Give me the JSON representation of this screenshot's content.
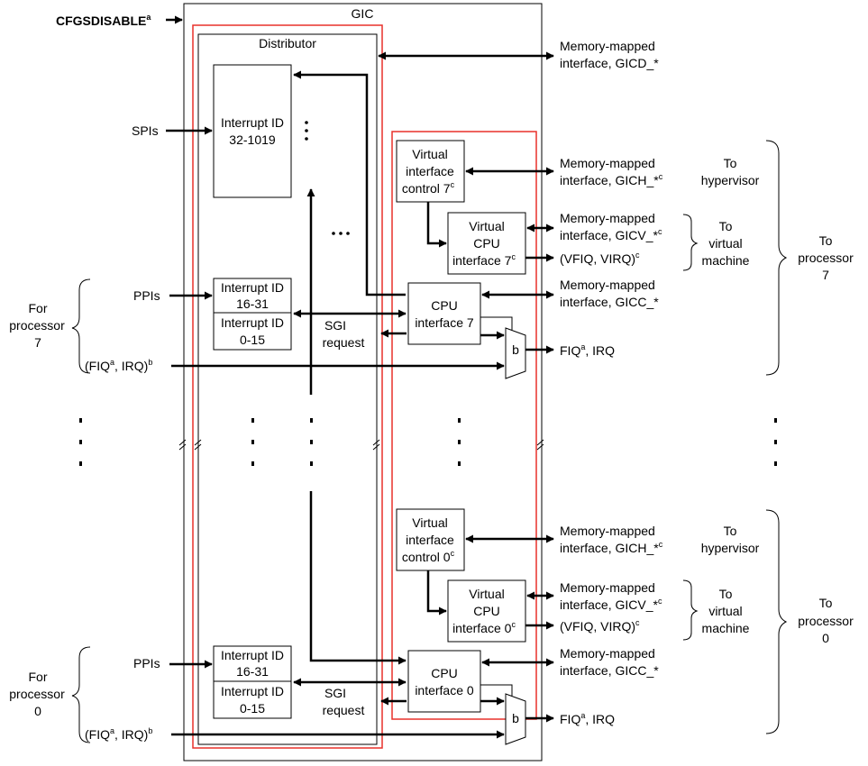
{
  "colors": {
    "highlight": "#e8302a",
    "stroke": "#000000",
    "background": "#ffffff"
  },
  "top": {
    "cfgs_label": "CFGSDISABLE",
    "cfgs_sup": "a",
    "gic_title": "GIC",
    "distributor_title": "Distributor"
  },
  "spi": {
    "input_label": "SPIs",
    "block_line1": "Interrupt ID",
    "block_line2": "32-1019"
  },
  "mm_gicd": {
    "line1": "Memory-mapped",
    "line2": "interface, GICD_*"
  },
  "proc7": {
    "vic_line1": "Virtual",
    "vic_line2": "interface",
    "vic_line3": "control 7",
    "vic_sup": "c",
    "vcpu_line1": "Virtual",
    "vcpu_line2": "CPU",
    "vcpu_line3": "interface 7",
    "vcpu_sup": "c",
    "cpu_line1": "CPU",
    "cpu_line2": "interface 7",
    "mux_label": "b",
    "ppi_label": "PPIs",
    "ppi_block_line1": "Interrupt ID",
    "ppi_block_line2": "16-31",
    "sgi_block_line1": "Interrupt ID",
    "sgi_block_line2": "0-15",
    "sgi_req_line1": "SGI",
    "sgi_req_line2": "request",
    "fiqirq_in_open": "(FIQ",
    "fiqirq_in_sup_a": "a",
    "fiqirq_in_mid": ", IRQ)",
    "fiqirq_in_sup_b": "b",
    "for_line1": "For",
    "for_line2": "processor",
    "for_line3": "7",
    "gich_line1": "Memory-mapped",
    "gich_line2": "interface, GICH_*",
    "gich_sup": "c",
    "gicv_line1": "Memory-mapped",
    "gicv_line2": "interface, GICV_*",
    "gicv_sup": "c",
    "vfiq_open": "(VFIQ, VIRQ)",
    "vfiq_sup": "c",
    "gicc_line1": "Memory-mapped",
    "gicc_line2": "interface, GICC_*",
    "out_fiq": "FIQ",
    "out_fiq_sup": "a",
    "out_irq": ", IRQ",
    "hyp_line1": "To",
    "hyp_line2": "hypervisor",
    "vm_line1": "To",
    "vm_line2": "virtual",
    "vm_line3": "machine",
    "to_proc_line1": "To",
    "to_proc_line2": "processor",
    "to_proc_line3": "7"
  },
  "proc0": {
    "vic_line1": "Virtual",
    "vic_line2": "interface",
    "vic_line3": "control 0",
    "vic_sup": "c",
    "vcpu_line1": "Virtual",
    "vcpu_line2": "CPU",
    "vcpu_line3": "interface 0",
    "vcpu_sup": "c",
    "cpu_line1": "CPU",
    "cpu_line2": "interface 0",
    "mux_label": "b",
    "ppi_label": "PPIs",
    "ppi_block_line1": "Interrupt ID",
    "ppi_block_line2": "16-31",
    "sgi_block_line1": "Interrupt ID",
    "sgi_block_line2": "0-15",
    "sgi_req_line1": "SGI",
    "sgi_req_line2": "request",
    "fiqirq_in_open": "(FIQ",
    "fiqirq_in_sup_a": "a",
    "fiqirq_in_mid": ", IRQ)",
    "fiqirq_in_sup_b": "b",
    "for_line1": "For",
    "for_line2": "processor",
    "for_line3": "0",
    "gich_line1": "Memory-mapped",
    "gich_line2": "interface, GICH_*",
    "gich_sup": "c",
    "gicv_line1": "Memory-mapped",
    "gicv_line2": "interface, GICV_*",
    "gicv_sup": "c",
    "vfiq_open": "(VFIQ, VIRQ)",
    "vfiq_sup": "c",
    "gicc_line1": "Memory-mapped",
    "gicc_line2": "interface, GICC_*",
    "out_fiq": "FIQ",
    "out_fiq_sup": "a",
    "out_irq": ", IRQ",
    "hyp_line1": "To",
    "hyp_line2": "hypervisor",
    "vm_line1": "To",
    "vm_line2": "virtual",
    "vm_line3": "machine",
    "to_proc_line1": "To",
    "to_proc_line2": "processor",
    "to_proc_line3": "0"
  }
}
